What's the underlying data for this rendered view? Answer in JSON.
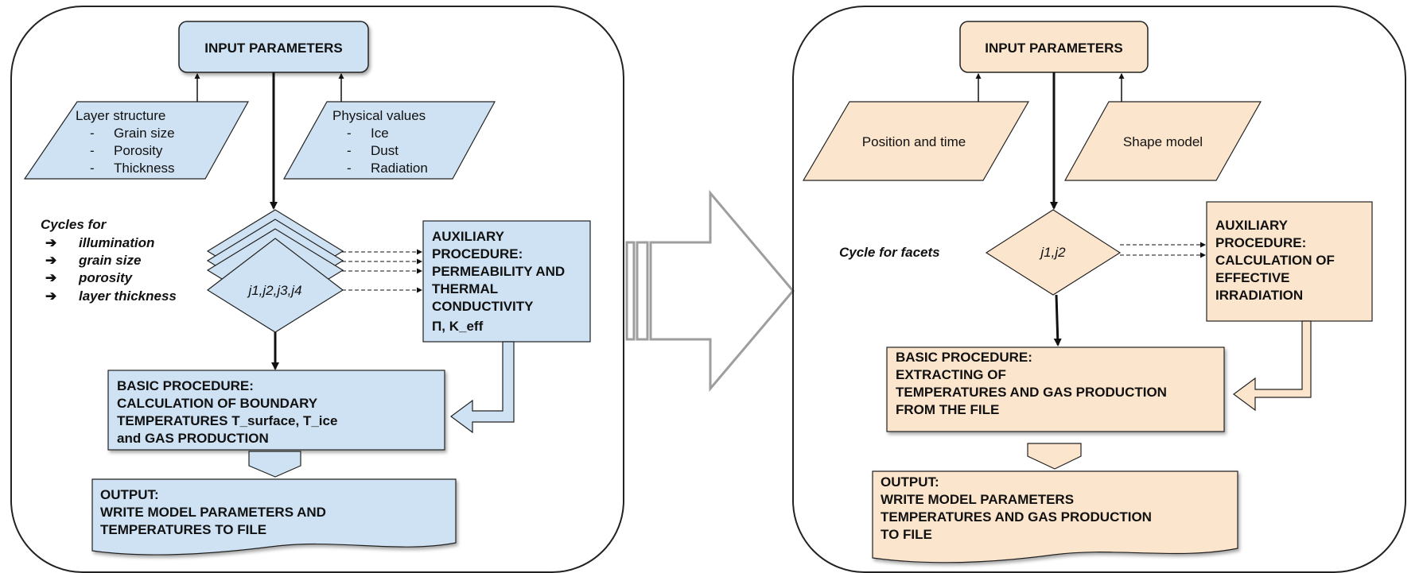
{
  "colors": {
    "blue_fill": "#cfe2f3",
    "orange_fill": "#fce5cd",
    "stroke": "#222222",
    "transition_arrow": "#9e9e9e"
  },
  "left": {
    "input_title": "INPUT PARAMETERS",
    "layer_structure": {
      "title": "Layer structure",
      "items": [
        "Grain size",
        "Porosity",
        "Thickness"
      ]
    },
    "physical_values": {
      "title": "Physical values",
      "items": [
        "Ice",
        "Dust",
        "Radiation"
      ]
    },
    "cycles": {
      "title": "Cycles for",
      "items": [
        "illumination",
        "grain size",
        "porosity",
        "layer thickness"
      ]
    },
    "diamond_label": "j1,j2,j3,j4",
    "auxiliary": {
      "lines": [
        "AUXILIARY",
        "PROCEDURE:",
        "PERMEABILITY AND",
        "THERMAL",
        "CONDUCTIVITY",
        "Π, K_eff"
      ]
    },
    "basic": {
      "lines": [
        "BASIC PROCEDURE:",
        "CALCULATION OF BOUNDARY",
        "TEMPERATURES T_surface, T_ice",
        "and GAS PRODUCTION"
      ]
    },
    "output": {
      "lines": [
        "OUTPUT:",
        "WRITE MODEL PARAMETERS AND",
        "TEMPERATURES TO FILE"
      ]
    }
  },
  "right": {
    "input_title": "INPUT PARAMETERS",
    "position_time": "Position and time",
    "shape_model": "Shape model",
    "cycle_label": "Cycle for facets",
    "diamond_label": "j1,j2",
    "auxiliary": {
      "lines": [
        "AUXILIARY",
        "PROCEDURE:",
        "CALCULATION OF",
        "EFFECTIVE",
        "IRRADIATION"
      ]
    },
    "basic": {
      "lines": [
        "BASIC PROCEDURE:",
        "EXTRACTING OF",
        "TEMPERATURES AND GAS PRODUCTION",
        "FROM THE FILE"
      ]
    },
    "output": {
      "lines": [
        "OUTPUT:",
        "WRITE MODEL PARAMETERS",
        "TEMPERATURES AND GAS PRODUCTION",
        "TO FILE"
      ]
    }
  }
}
